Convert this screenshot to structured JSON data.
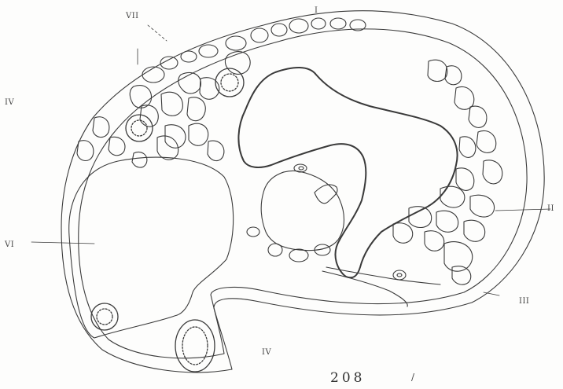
{
  "figure": {
    "number": "208",
    "marks": {
      "bottom_tick": "/"
    }
  },
  "labels": {
    "I": "I",
    "II": "II",
    "III": "III",
    "IV_left": "IV",
    "IV_bottom": "IV",
    "VI": "VI",
    "VII": "VII"
  },
  "colors": {
    "ink": "#3a3a3a",
    "paper": "#fdfdfc"
  }
}
